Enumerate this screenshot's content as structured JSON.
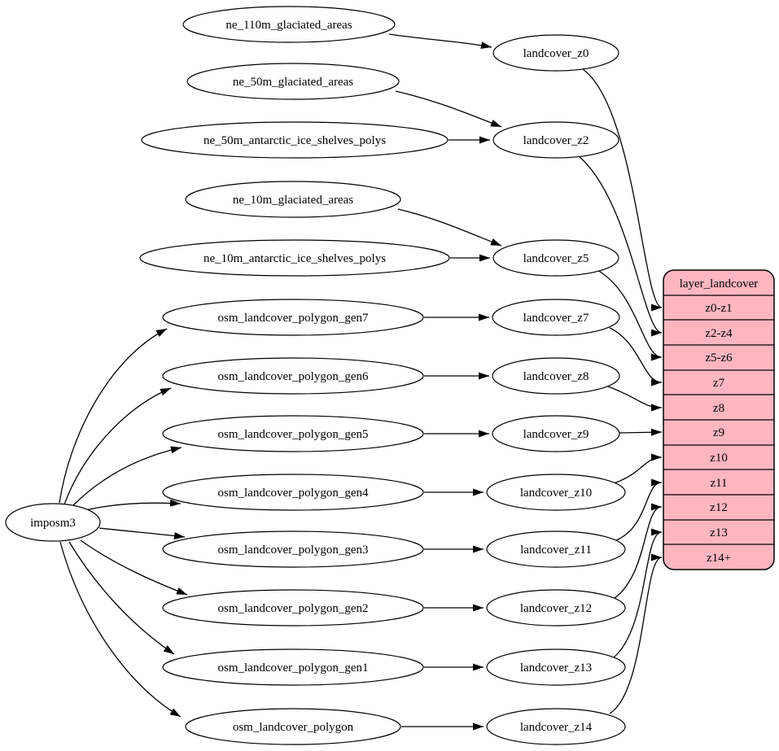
{
  "nodes": {
    "ne_110m_glaciated_areas": {
      "label": "ne_110m_glaciated_areas"
    },
    "ne_50m_glaciated_areas": {
      "label": "ne_50m_glaciated_areas"
    },
    "ne_50m_antarctic_ice_shelves_polys": {
      "label": "ne_50m_antarctic_ice_shelves_polys"
    },
    "ne_10m_glaciated_areas": {
      "label": "ne_10m_glaciated_areas"
    },
    "ne_10m_antarctic_ice_shelves_polys": {
      "label": "ne_10m_antarctic_ice_shelves_polys"
    },
    "osm_landcover_polygon_gen7": {
      "label": "osm_landcover_polygon_gen7"
    },
    "osm_landcover_polygon_gen6": {
      "label": "osm_landcover_polygon_gen6"
    },
    "osm_landcover_polygon_gen5": {
      "label": "osm_landcover_polygon_gen5"
    },
    "osm_landcover_polygon_gen4": {
      "label": "osm_landcover_polygon_gen4"
    },
    "osm_landcover_polygon_gen3": {
      "label": "osm_landcover_polygon_gen3"
    },
    "osm_landcover_polygon_gen2": {
      "label": "osm_landcover_polygon_gen2"
    },
    "osm_landcover_polygon_gen1": {
      "label": "osm_landcover_polygon_gen1"
    },
    "osm_landcover_polygon": {
      "label": "osm_landcover_polygon"
    },
    "imposm3": {
      "label": "imposm3"
    },
    "landcover_z0": {
      "label": "landcover_z0"
    },
    "landcover_z2": {
      "label": "landcover_z2"
    },
    "landcover_z5": {
      "label": "landcover_z5"
    },
    "landcover_z7": {
      "label": "landcover_z7"
    },
    "landcover_z8": {
      "label": "landcover_z8"
    },
    "landcover_z9": {
      "label": "landcover_z9"
    },
    "landcover_z10": {
      "label": "landcover_z10"
    },
    "landcover_z11": {
      "label": "landcover_z11"
    },
    "landcover_z12": {
      "label": "landcover_z12"
    },
    "landcover_z13": {
      "label": "landcover_z13"
    },
    "landcover_z14": {
      "label": "landcover_z14"
    }
  },
  "table": {
    "title": "layer_landcover",
    "rows": [
      "z0-z1",
      "z2-z4",
      "z5-z6",
      "z7",
      "z8",
      "z9",
      "z10",
      "z11",
      "z12",
      "z13",
      "z14+"
    ],
    "fill_color": "#ffb6c1",
    "border_color": "#000000"
  },
  "edges": [
    {
      "from": "ne_110m_glaciated_areas",
      "to": "landcover_z0"
    },
    {
      "from": "ne_50m_glaciated_areas",
      "to": "landcover_z2"
    },
    {
      "from": "ne_50m_antarctic_ice_shelves_polys",
      "to": "landcover_z2"
    },
    {
      "from": "ne_10m_glaciated_areas",
      "to": "landcover_z5"
    },
    {
      "from": "ne_10m_antarctic_ice_shelves_polys",
      "to": "landcover_z5"
    },
    {
      "from": "osm_landcover_polygon_gen7",
      "to": "landcover_z7"
    },
    {
      "from": "osm_landcover_polygon_gen6",
      "to": "landcover_z8"
    },
    {
      "from": "osm_landcover_polygon_gen5",
      "to": "landcover_z9"
    },
    {
      "from": "osm_landcover_polygon_gen4",
      "to": "landcover_z10"
    },
    {
      "from": "osm_landcover_polygon_gen3",
      "to": "landcover_z11"
    },
    {
      "from": "osm_landcover_polygon_gen2",
      "to": "landcover_z12"
    },
    {
      "from": "osm_landcover_polygon_gen1",
      "to": "landcover_z13"
    },
    {
      "from": "osm_landcover_polygon",
      "to": "landcover_z14"
    },
    {
      "from": "imposm3",
      "to": "osm_landcover_polygon_gen7"
    },
    {
      "from": "imposm3",
      "to": "osm_landcover_polygon_gen6"
    },
    {
      "from": "imposm3",
      "to": "osm_landcover_polygon_gen5"
    },
    {
      "from": "imposm3",
      "to": "osm_landcover_polygon_gen4"
    },
    {
      "from": "imposm3",
      "to": "osm_landcover_polygon_gen3"
    },
    {
      "from": "imposm3",
      "to": "osm_landcover_polygon_gen2"
    },
    {
      "from": "imposm3",
      "to": "osm_landcover_polygon_gen1"
    },
    {
      "from": "imposm3",
      "to": "osm_landcover_polygon"
    },
    {
      "from": "landcover_z0",
      "to": "layer_landcover.z0-z1"
    },
    {
      "from": "landcover_z2",
      "to": "layer_landcover.z2-z4"
    },
    {
      "from": "landcover_z5",
      "to": "layer_landcover.z5-z6"
    },
    {
      "from": "landcover_z7",
      "to": "layer_landcover.z7"
    },
    {
      "from": "landcover_z8",
      "to": "layer_landcover.z8"
    },
    {
      "from": "landcover_z9",
      "to": "layer_landcover.z9"
    },
    {
      "from": "landcover_z10",
      "to": "layer_landcover.z10"
    },
    {
      "from": "landcover_z11",
      "to": "layer_landcover.z11"
    },
    {
      "from": "landcover_z12",
      "to": "layer_landcover.z12"
    },
    {
      "from": "landcover_z13",
      "to": "layer_landcover.z13"
    },
    {
      "from": "landcover_z14",
      "to": "layer_landcover.z14+"
    }
  ]
}
